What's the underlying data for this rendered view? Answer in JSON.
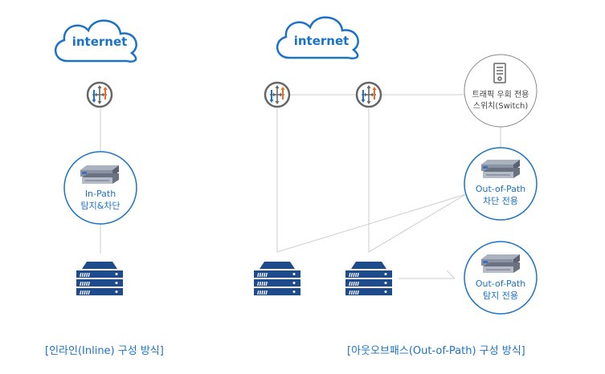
{
  "colors": {
    "accent": "#1a73c8",
    "line": "#cccccc",
    "server": "#1e4b8c",
    "router_ring": "#666666",
    "arrow_blue": "#1a73c8",
    "arrow_orange": "#f06a1c",
    "arrow_gray": "#666666"
  },
  "inline": {
    "cloud_label": "internet",
    "router_icon": "router-icon",
    "device_icon": "appliance-icon",
    "device_label_line1": "In-Path",
    "device_label_line2": "탐지&차단",
    "server_icon": "server-icon",
    "caption": "[인라인(Inline) 구성 방식]"
  },
  "outofpath": {
    "cloud_label": "internet",
    "router_icon": "router-icon",
    "switch_icon": "switch-tower-icon",
    "switch_label_line1": "트래픽 우회 전용",
    "switch_label_line2": "스위치(Switch)",
    "block_label_line1": "Out-of-Path",
    "block_label_line2": "차단 전용",
    "detect_label_line1": "Out-of-Path",
    "detect_label_line2": "탐지 전용",
    "server_icon": "server-icon",
    "caption": "[아웃오브패스(Out-of-Path) 구성 방식]"
  }
}
